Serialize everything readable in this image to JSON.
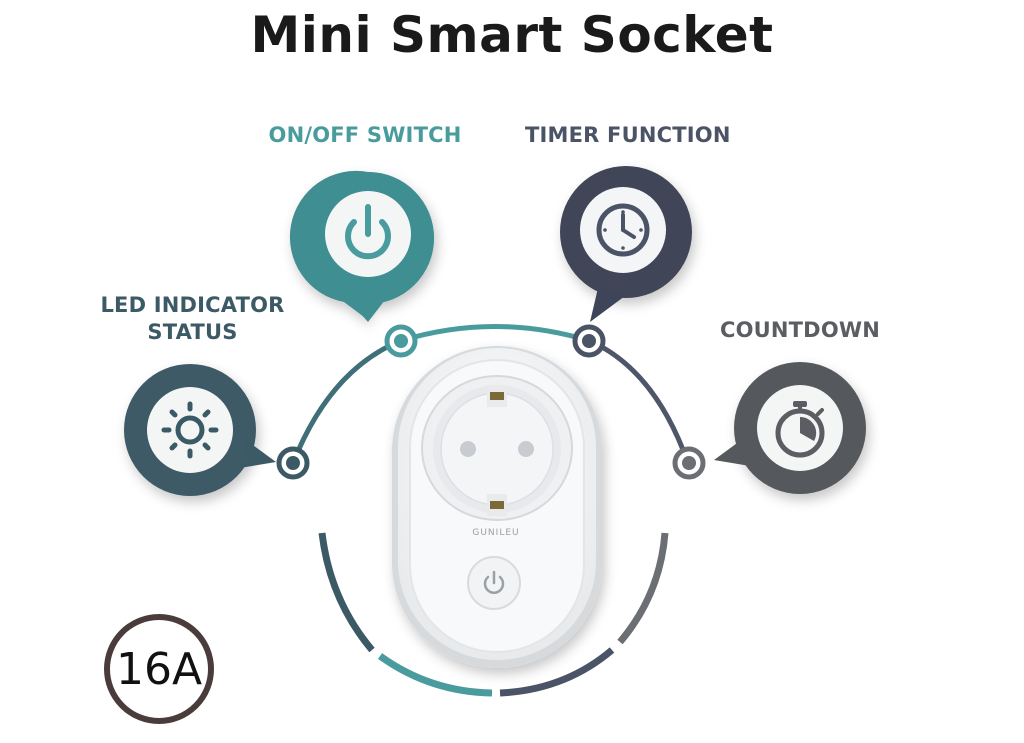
{
  "title": "Mini Smart Socket",
  "features": {
    "switch": {
      "label": "ON/OFF SWITCH",
      "icon": "power-icon",
      "color": "#4a9b9e"
    },
    "timer": {
      "label": "TIMER FUNCTION",
      "icon": "clock-icon",
      "color": "#4b5366"
    },
    "led": {
      "label_line1": "LED INDICATOR",
      "label_line2": "STATUS",
      "icon": "sun-icon",
      "color": "#3c5a66"
    },
    "countdown": {
      "label": "COUNTDOWN",
      "icon": "stopwatch-icon",
      "color": "#5b5d62"
    }
  },
  "device": {
    "brand": "GUNILEU"
  },
  "badge": {
    "text": "16A"
  }
}
